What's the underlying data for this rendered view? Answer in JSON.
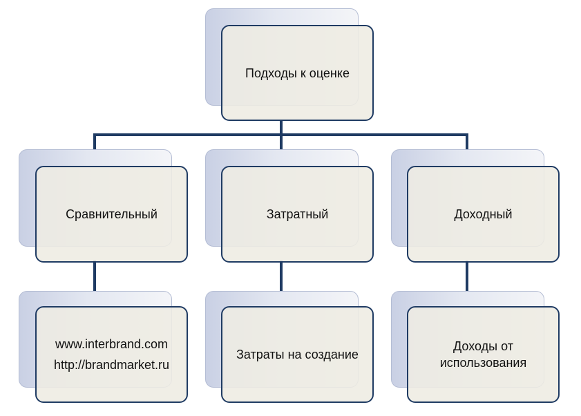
{
  "diagram": {
    "root": {
      "label": "Подходы к оценке"
    },
    "approaches": [
      {
        "label": "Сравнительный",
        "detail_lines": [
          "www.interbrand.com",
          "http://brandmarket.ru"
        ]
      },
      {
        "label": "Затратный",
        "detail_lines": [
          "Затраты на создание"
        ]
      },
      {
        "label": "Доходный",
        "detail_lines": [
          "Доходы от",
          "использования"
        ]
      }
    ],
    "colors": {
      "connector": "#1f3b63",
      "card_border": "#1f3b63",
      "card_fill": "#eeece2",
      "back_card_gradient_start": "#c9d0e4"
    }
  }
}
